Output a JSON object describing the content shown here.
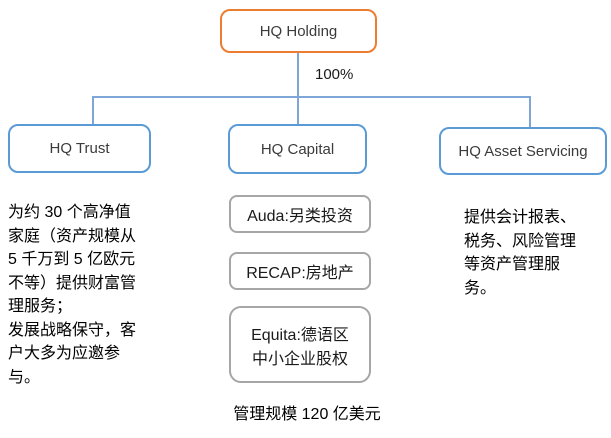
{
  "colors": {
    "holding_border": "#ED7D31",
    "subsidiary_border": "#5B9BD5",
    "product_border": "#A6A6A6",
    "connector": "#7EA6D8"
  },
  "diagram": {
    "root": {
      "label": "HQ Holding"
    },
    "ownership_label": "100%",
    "subsidiaries": [
      {
        "label": "HQ Trust",
        "description": "为约 30 个高净值\n家庭（资产规模从\n5 千万到 5 亿欧元\n不等）提供财富管\n理服务；\n发展战略保守，客\n户大多为应邀参\n与。"
      },
      {
        "label": "HQ Capital",
        "products": [
          "Auda:另类投资",
          "RECAP:房地产",
          "Equita:德语区\n中小企业股权"
        ],
        "footnote": "管理规模 120 亿美元"
      },
      {
        "label": "HQ Asset Servicing",
        "description": "提供会计报表、\n税务、风险管理\n等资产管理服\n务。"
      }
    ]
  }
}
